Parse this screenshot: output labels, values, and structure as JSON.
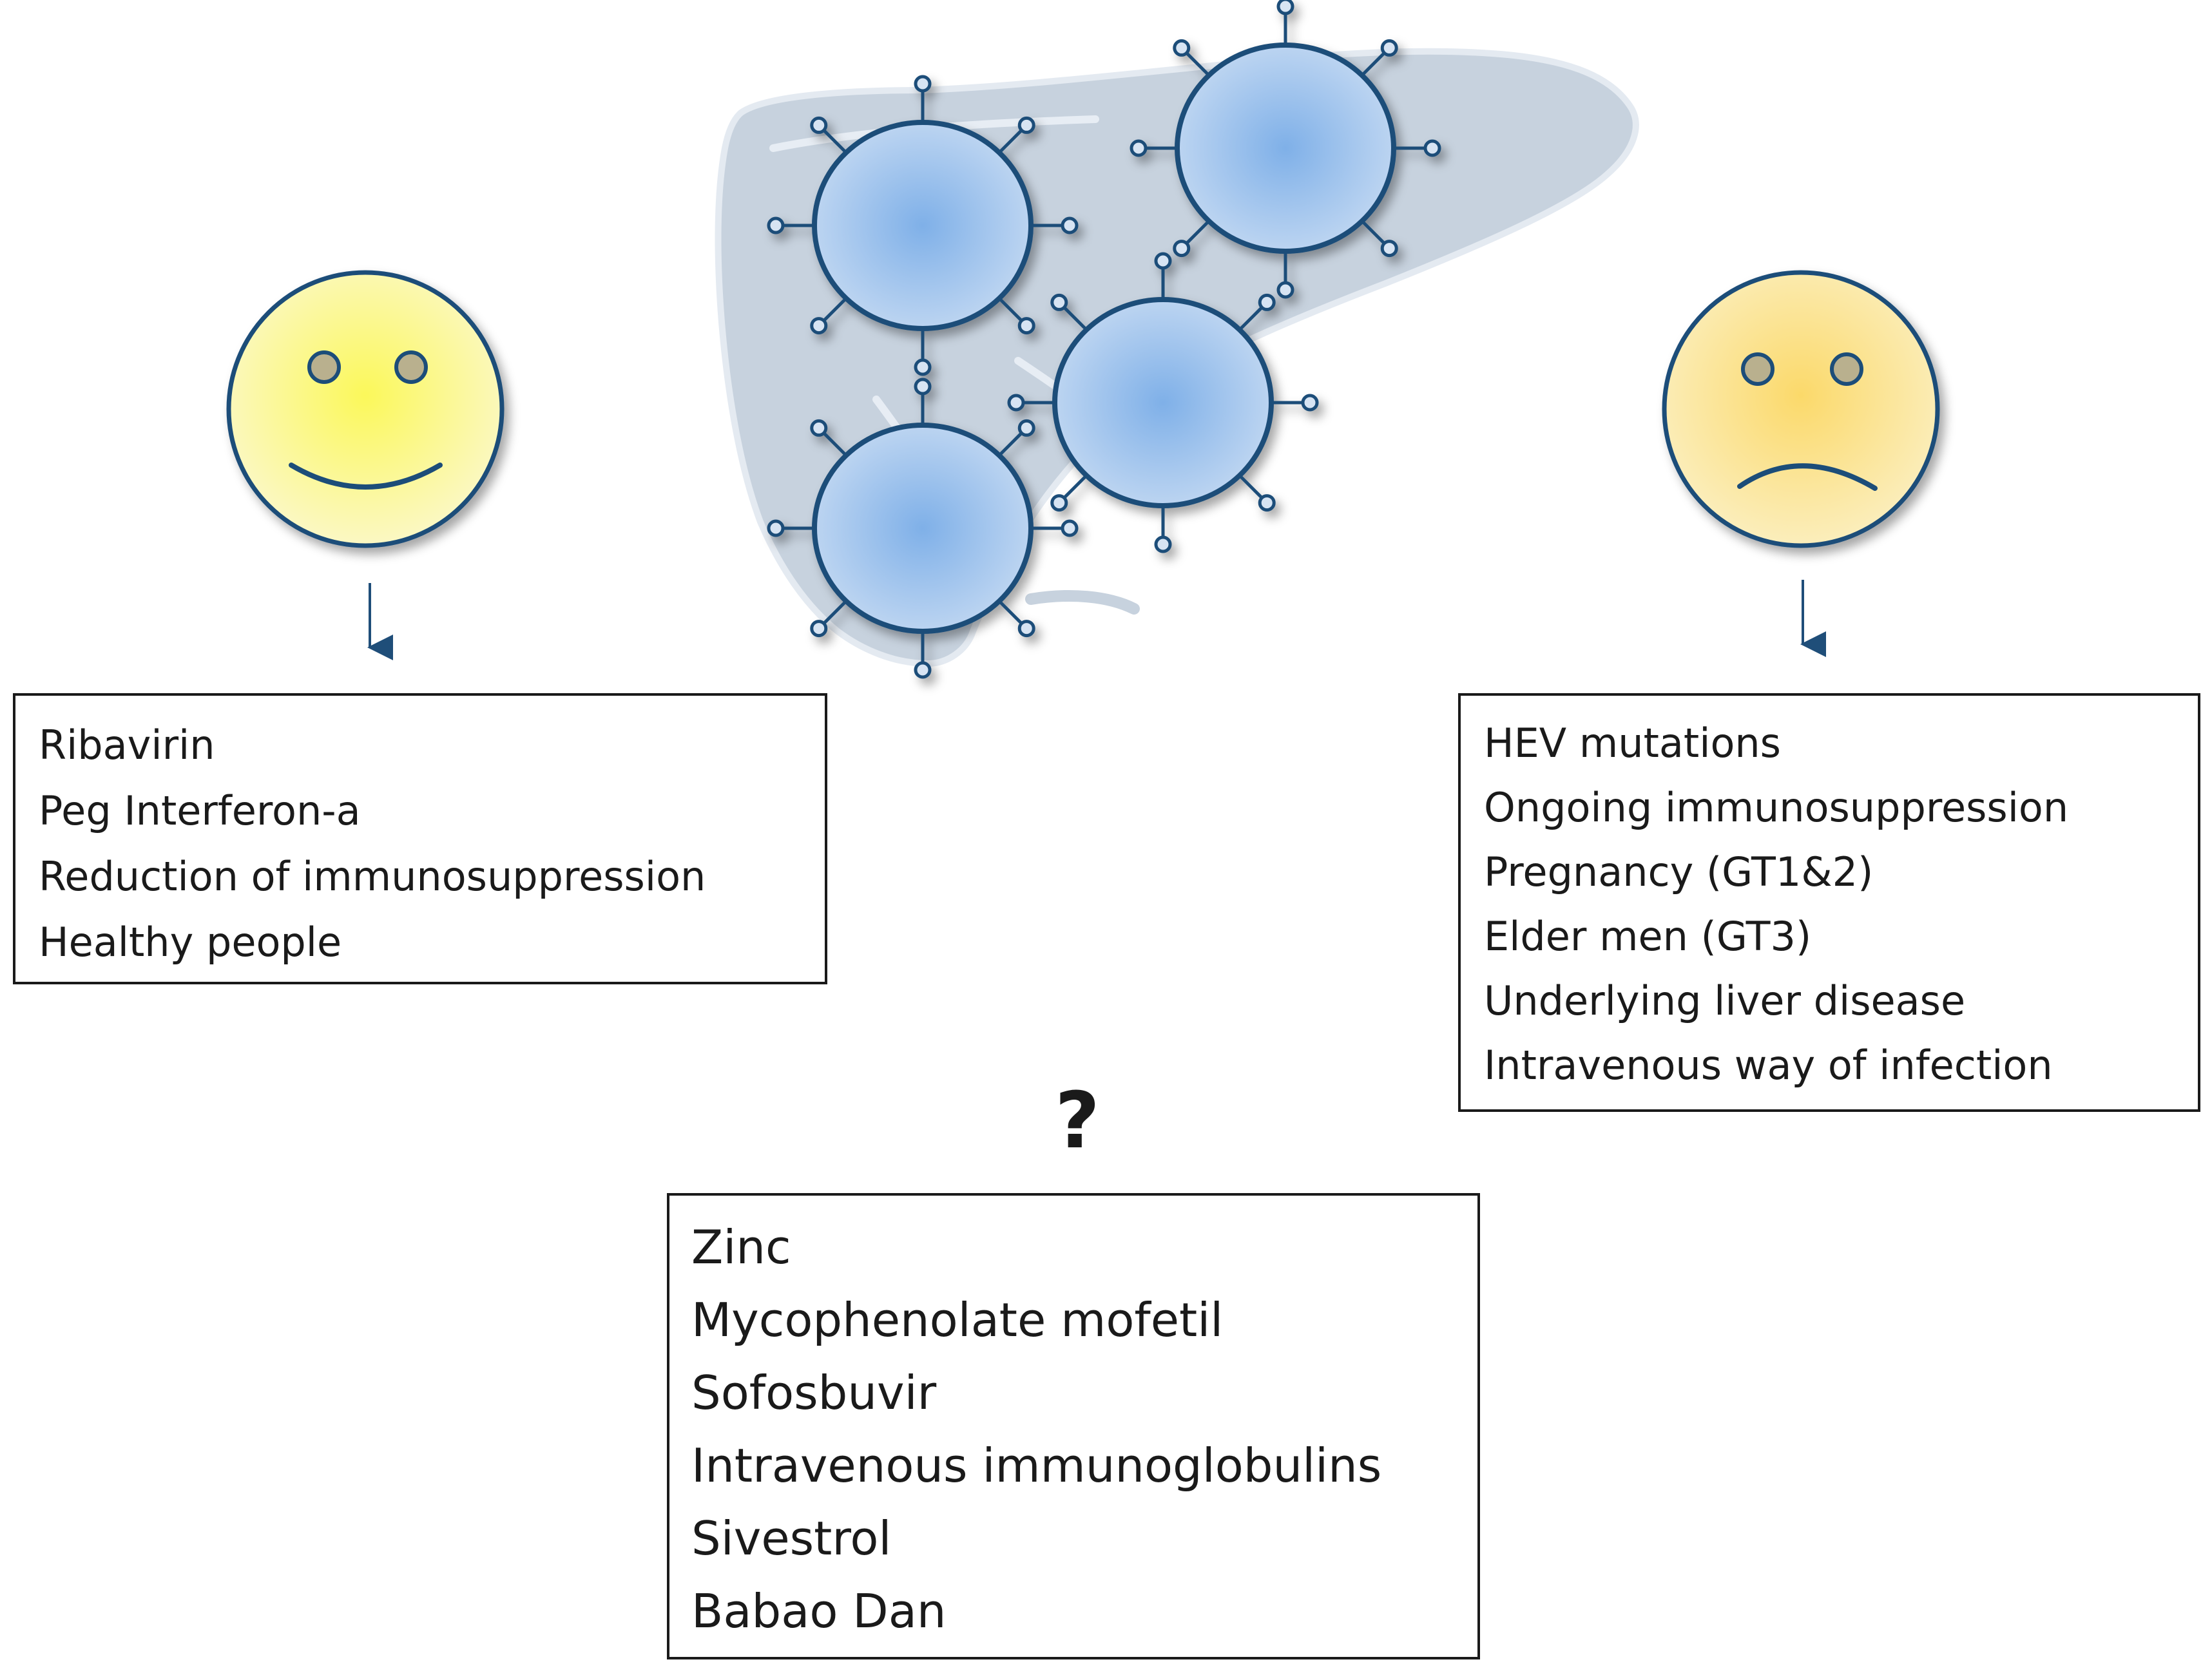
{
  "left_panel": {
    "face": "smiley-face-icon",
    "items": [
      "Ribavirin",
      "Peg Interferon-a",
      "Reduction of immunosuppression",
      "Healthy people"
    ]
  },
  "right_panel": {
    "face": "sad-face-icon",
    "items": [
      "HEV mutations",
      "Ongoing immunosuppression",
      "Pregnancy (GT1&2)",
      "Elder men (GT3)",
      "Underlying liver disease",
      "Intravenous way of infection"
    ]
  },
  "bottom_panel": {
    "question_mark": "?",
    "items": [
      "Zinc",
      "Mycophenolate mofetil",
      "Sofosbuvir",
      "Intravenous immunoglobulins",
      "Sivestrol",
      "Babao Dan"
    ]
  },
  "liver_illustration": {
    "icons": [
      "liver-icon",
      "virus-particle-icon"
    ],
    "virus_count": 4
  },
  "colors": {
    "liver": "#c8d3df",
    "virus_fill": "#a9c8ec",
    "virus_stroke": "#1f4e79",
    "happy_face": "#fbf6a2",
    "sad_face": "#fbe3a0",
    "arrow": "#1f4e79"
  }
}
